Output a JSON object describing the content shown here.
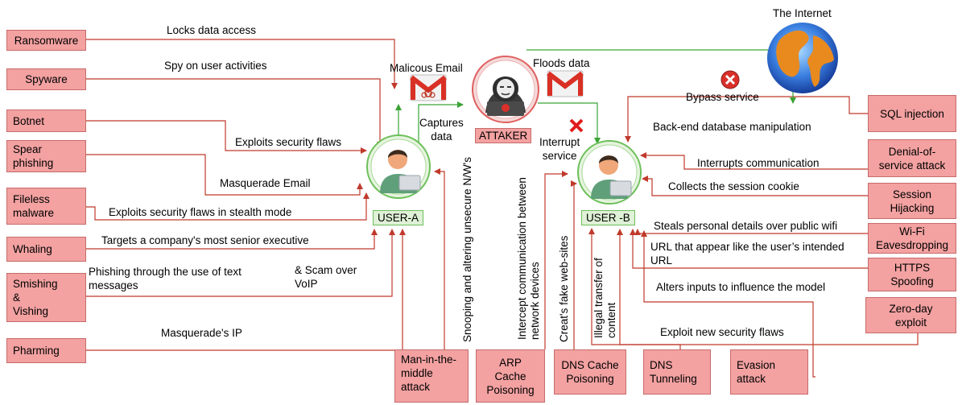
{
  "nodes": {
    "internet": "The Internet",
    "attacker": "ATTAKER",
    "user_a": "USER-A",
    "user_b": "USER -B"
  },
  "left_attacks": [
    "Ransomware",
    "Spyware",
    "Botnet",
    "Spear\nphishing",
    "Fileless\nmalware",
    "Whaling",
    "Smishing\n&\nVishing",
    "Pharming"
  ],
  "left_labels": [
    "Locks data access",
    "Spy on user activities",
    "Exploits security flaws",
    "Masquerade Email",
    "Exploits security flaws in stealth mode",
    "Targets a company's most senior executive",
    "Phishing through the use of text\nmessages",
    "& Scam over\nVoIP",
    "Masquerade's IP"
  ],
  "right_attacks": [
    "SQL injection",
    "Denial-of-\nservice attack",
    "Session\nHijacking",
    "Wi-Fi\nEavesdropping",
    "HTTPS\nSpoofing",
    "Zero-day\nexploit"
  ],
  "right_labels": [
    "Back-end database manipulation",
    "Interrupts communication",
    "Collects the session cookie",
    "Steals personal details over public wifi",
    "URL that appear like the user’s intended\nURL",
    "Alters inputs to influence the model",
    "Exploit new security flaws"
  ],
  "bottom_attacks": [
    "Man-in-the-\nmiddle\nattack",
    "ARP\nCache\nPoisoning",
    "DNS Cache\nPoisoning",
    "DNS\nTunneling",
    "Evasion\nattack"
  ],
  "bottom_labels": [
    "Snooping and altering unsecure N/W's",
    "Intercept communication between\nnetwork devices",
    "Creat's fake web-sites",
    "Illegal transfer of\ncontent"
  ],
  "center_labels": [
    "Malicous Email",
    "Floods data",
    "Captures\ndata",
    "Interrupt\nservice",
    "Bypass service"
  ],
  "colors": {
    "attack_fill": "#f3a1a1",
    "attack_border": "#c76b6b",
    "user_ring": "#6cbf5a",
    "attacker_ring": "#e06060"
  },
  "icons": [
    "gmail-icon",
    "gmail-icon",
    "hacker-icon",
    "user-icon",
    "user-icon",
    "globe-icon",
    "blocked-icon",
    "cross-mark-icon"
  ]
}
